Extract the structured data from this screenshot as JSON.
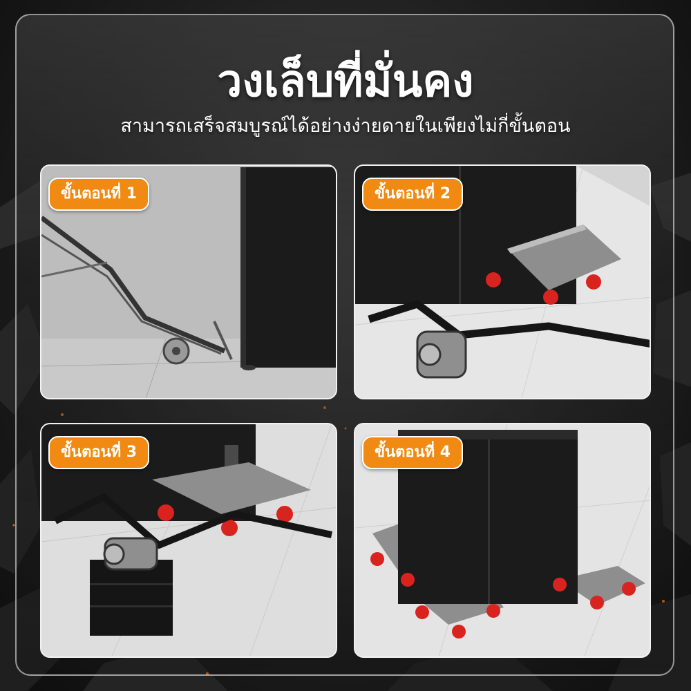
{
  "header": {
    "title": "วงเล็บที่มั่นคง",
    "subtitle": "สามารถเสร็จสมบูรณ์ได้อย่างง่ายดายในเพียงไม่กี่ขั้นตอน"
  },
  "steps": [
    {
      "label": "ขั้นตอนที่ 1"
    },
    {
      "label": "ขั้นตอนที่ 2"
    },
    {
      "label": "ขั้นตอนที่ 3"
    },
    {
      "label": "ขั้นตอนที่ 4"
    }
  ],
  "colors": {
    "badge": "#f08a12",
    "wheel": "#d8231f",
    "cabinet": "#1c1c1c",
    "plate": "#8e8e8e"
  }
}
